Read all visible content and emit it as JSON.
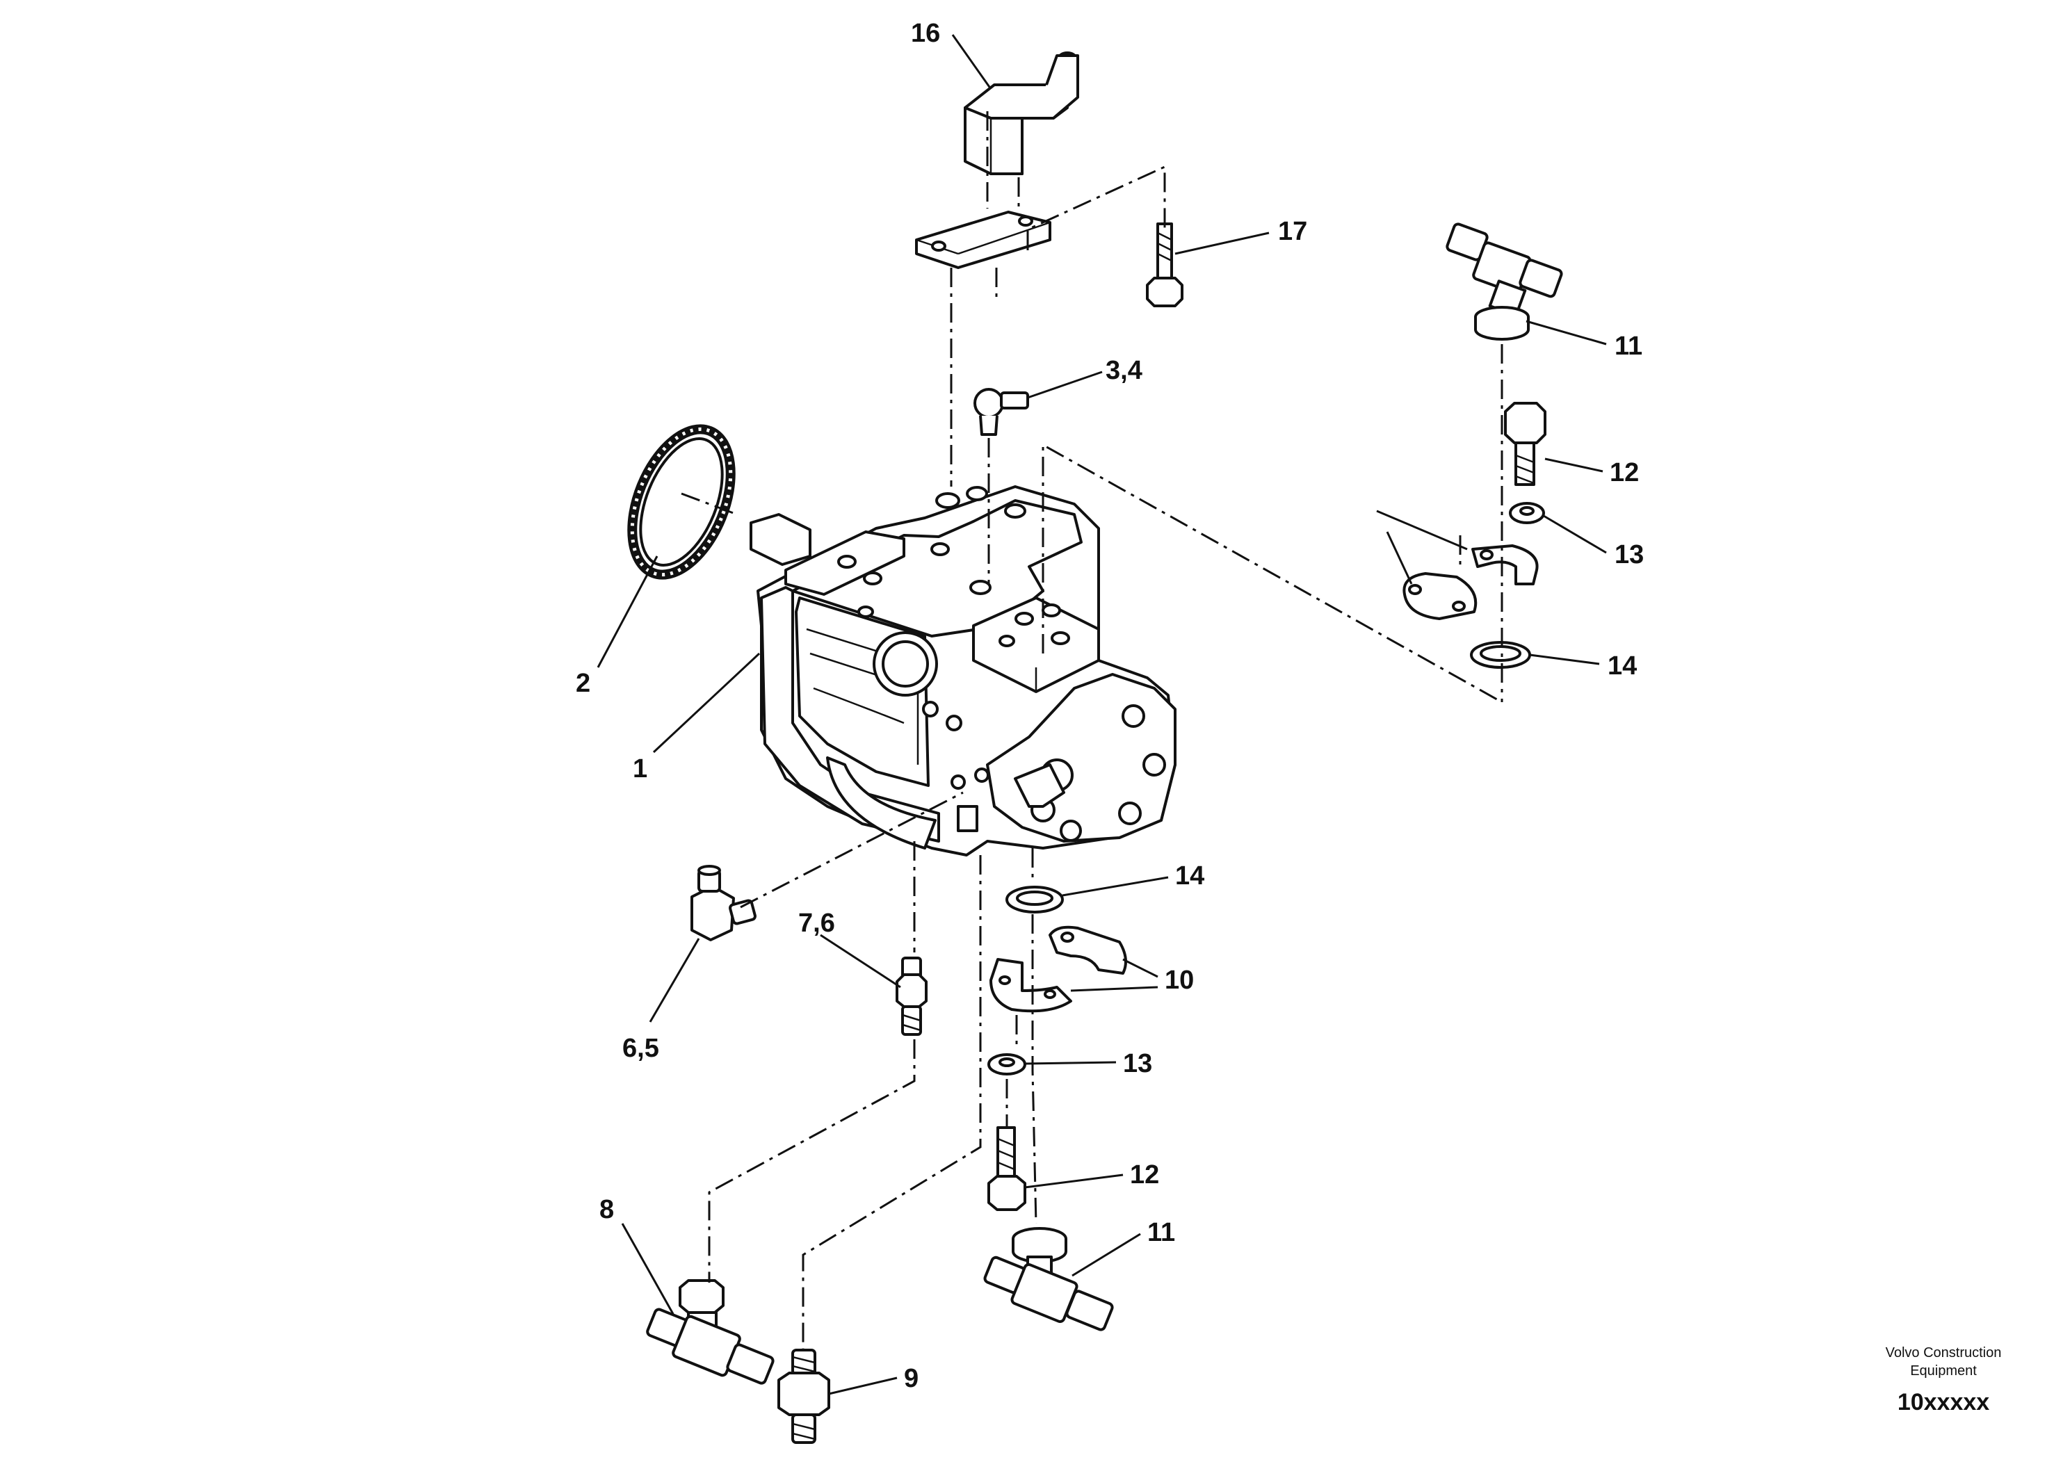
{
  "diagram": {
    "labels": {
      "p16": "16",
      "p17": "17",
      "p11a": "11",
      "p34": "3,4",
      "p12a": "12",
      "p13a": "13",
      "p14a": "14",
      "p2": "2",
      "p1": "1",
      "p14b": "14",
      "p76": "7,6",
      "p10": "10",
      "p65": "6,5",
      "p13b": "13",
      "p12b": "12",
      "p11b": "11",
      "p8": "8",
      "p9": "9"
    },
    "footer": {
      "brand_line1": "Volvo Construction",
      "brand_line2": "Equipment",
      "code": "10xxxxx"
    }
  }
}
